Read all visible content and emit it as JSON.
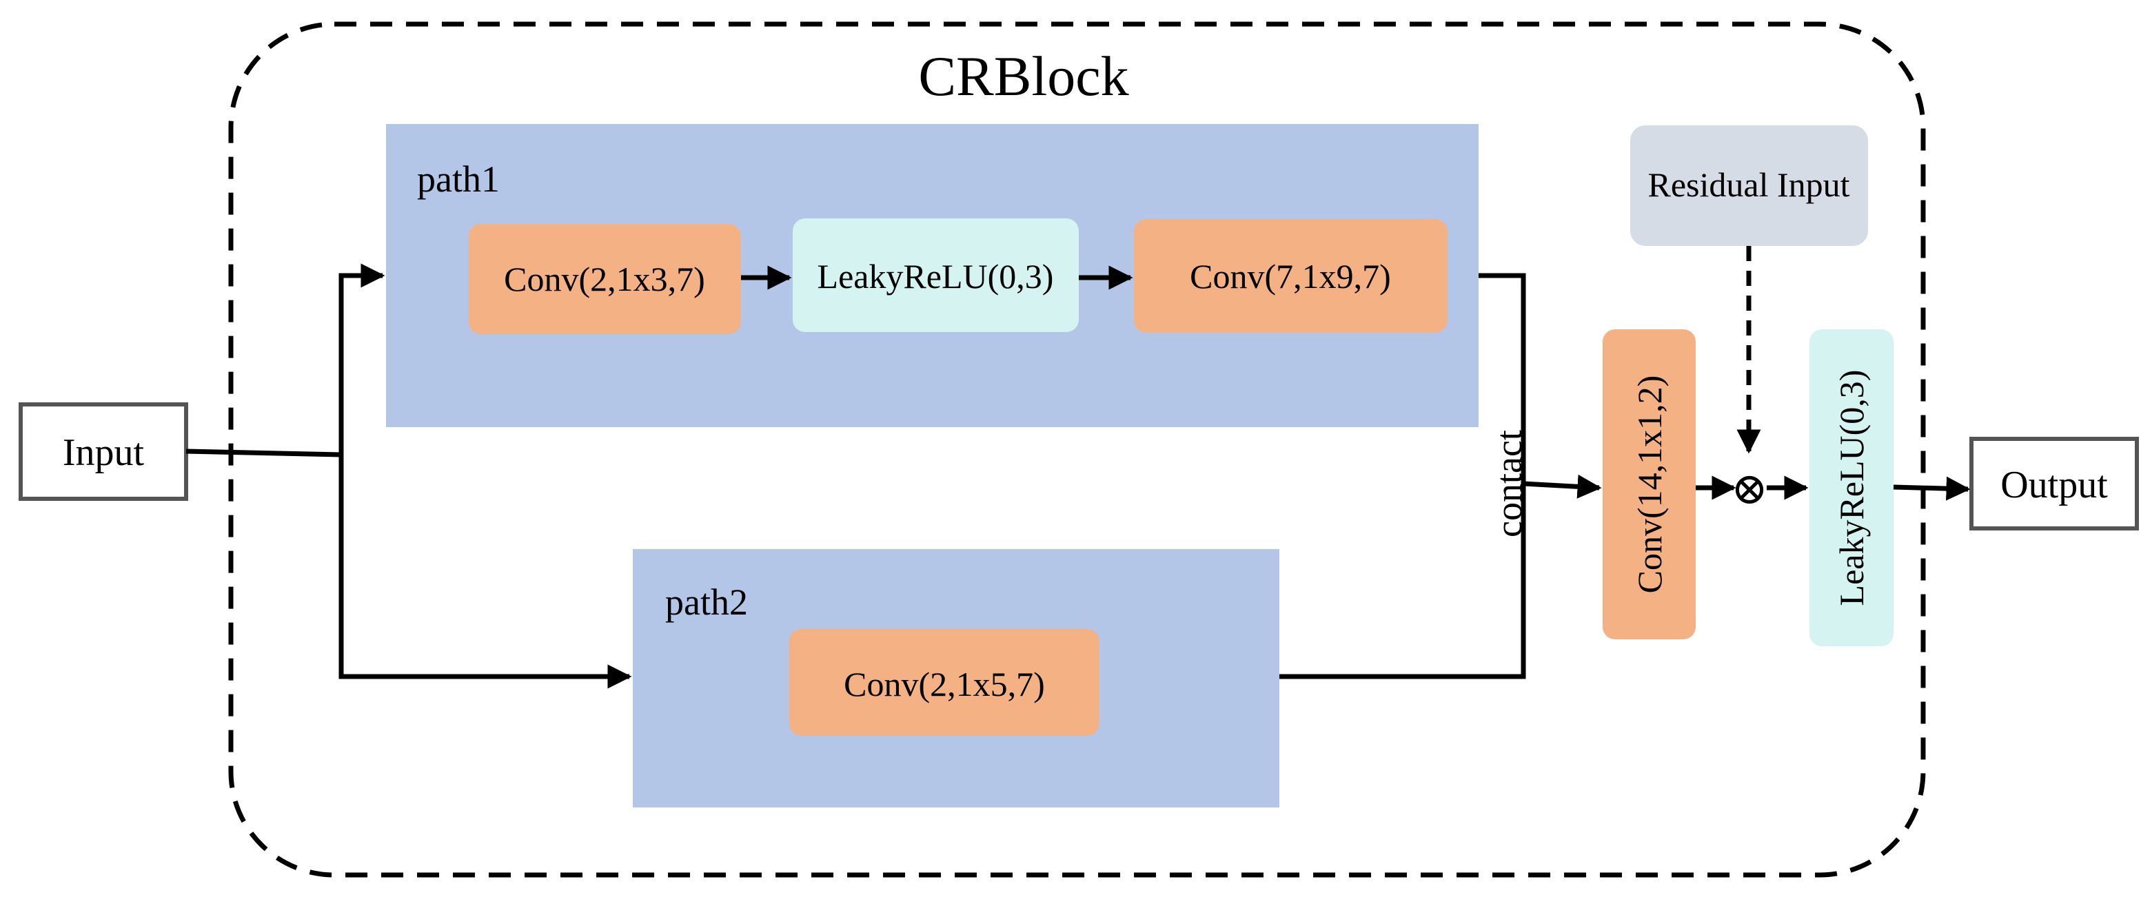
{
  "title": "CRBlock",
  "input_label": "Input",
  "output_label": "Output",
  "path1": {
    "label": "path1",
    "blocks": [
      "Conv(2,1x3,7)",
      "LeakyReLU(0,3)",
      "Conv(7,1x9,7)"
    ]
  },
  "path2": {
    "label": "path2",
    "blocks": [
      "Conv(2,1x5,7)"
    ]
  },
  "merge_label": "contact",
  "conv_merge": "Conv(14,1x1,2)",
  "residual_input": "Residual Input",
  "multiply_symbol": "⊗",
  "final_activation": "LeakyReLU(0,3)",
  "colors": {
    "path_bg": "#b4c6e7",
    "conv_fill": "#f4b183",
    "relu_fill": "#d5f3f1",
    "residual_fill": "#d6dce5",
    "line": "#000000"
  }
}
